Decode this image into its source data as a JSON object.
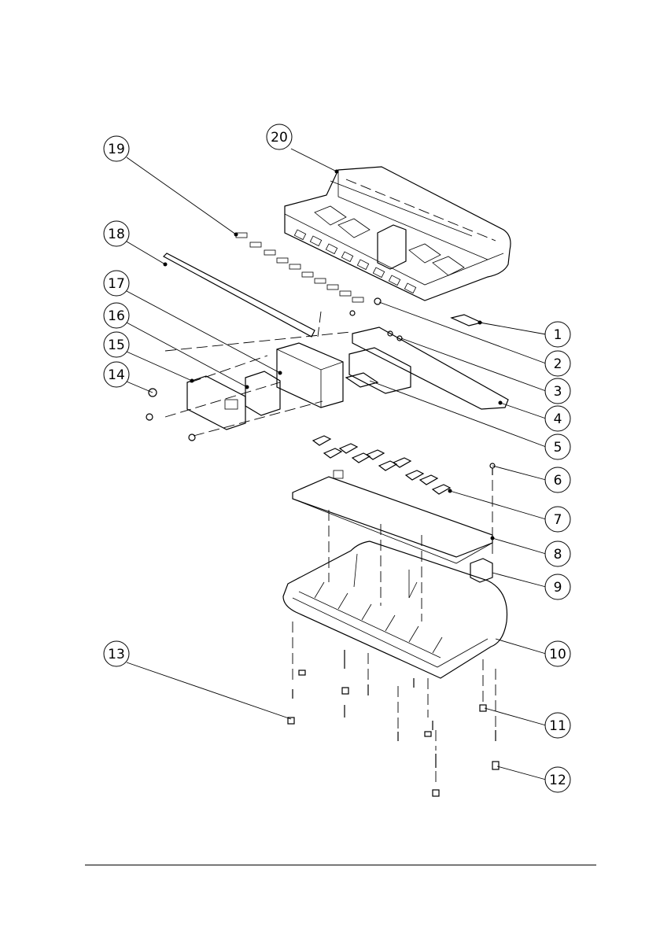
{
  "callouts": [
    {
      "label": "1"
    },
    {
      "label": "2"
    },
    {
      "label": "3"
    },
    {
      "label": "4"
    },
    {
      "label": "5"
    },
    {
      "label": "6"
    },
    {
      "label": "7"
    },
    {
      "label": "8"
    },
    {
      "label": "9"
    },
    {
      "label": "10"
    },
    {
      "label": "11"
    },
    {
      "label": "12"
    },
    {
      "label": "13"
    },
    {
      "label": "14"
    },
    {
      "label": "15"
    },
    {
      "label": "16"
    },
    {
      "label": "17"
    },
    {
      "label": "18"
    },
    {
      "label": "19"
    },
    {
      "label": "20"
    }
  ]
}
